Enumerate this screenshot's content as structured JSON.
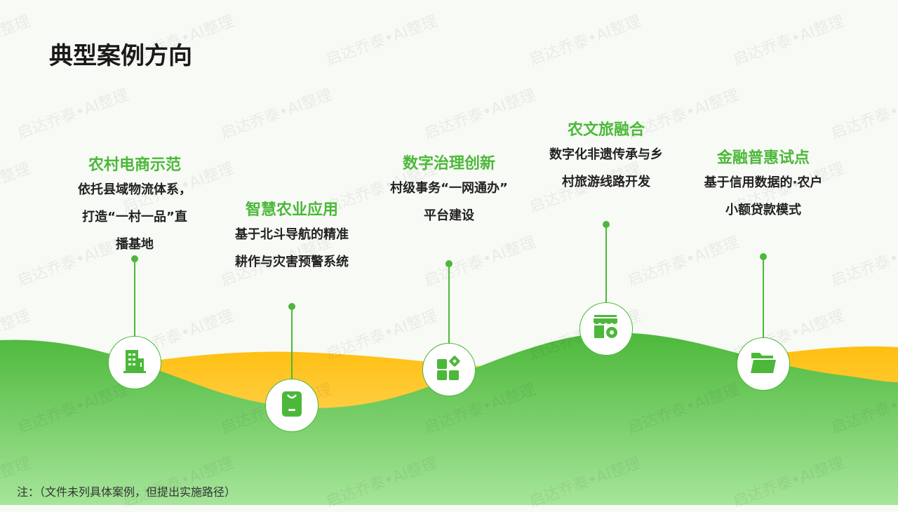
{
  "title": "典型案例方向",
  "watermark": "启达乔泰•AI整理",
  "items": [
    {
      "title": "农村电商示范",
      "desc": [
        "依托县域物流体系，",
        "打造“一村一品”直",
        "播基地"
      ],
      "icon": "building-icon"
    },
    {
      "title": "智慧农业应用",
      "desc": [
        "基于北斗导航的精准",
        "耕作与灾害预警系统"
      ],
      "icon": "shopping-bag-icon"
    },
    {
      "title": "数字治理创新",
      "desc": [
        "村级事务“一网通办”",
        "平台建设"
      ],
      "icon": "apps-grid-icon"
    },
    {
      "title": "农文旅融合",
      "desc": [
        "数字化非遗传承与乡",
        "村旅游线路开发"
      ],
      "icon": "store-settings-icon"
    },
    {
      "title": "金融普惠试点",
      "desc": [
        "基于信用数据的·农户",
        "小额贷款模式"
      ],
      "icon": "folder-icon"
    }
  ],
  "note": "注：（文件未列具体案例，但提出实施路径）",
  "colors": {
    "green": "#4cb83a",
    "yellow": "#ffc21a"
  }
}
